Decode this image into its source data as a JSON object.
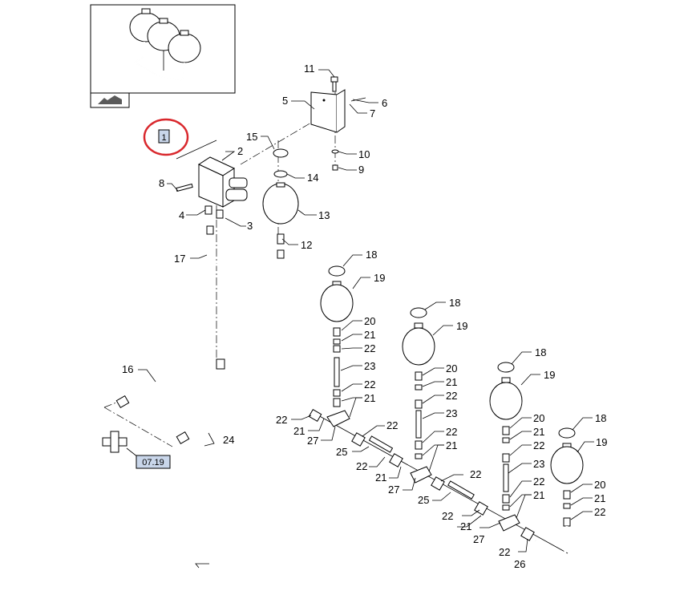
{
  "diagram": {
    "thumbnail_label": "",
    "highlight_badge": "1",
    "reference_tag": "07.19",
    "callouts": {
      "c1": "1",
      "c2": "2",
      "c3": "3",
      "c4": "4",
      "c5": "5",
      "c6": "6",
      "c7": "7",
      "c8": "8",
      "c9": "9",
      "c10": "10",
      "c11": "11",
      "c12": "12",
      "c13": "13",
      "c14": "14",
      "c15": "15",
      "c16": "16",
      "c17": "17",
      "c24": "24",
      "c25": "25",
      "c26": "26",
      "c27": "27",
      "c18": "18",
      "c19": "19",
      "c20": "20",
      "c21": "21",
      "c22": "22",
      "c23": "23"
    },
    "accent_color": "#d9282d"
  }
}
